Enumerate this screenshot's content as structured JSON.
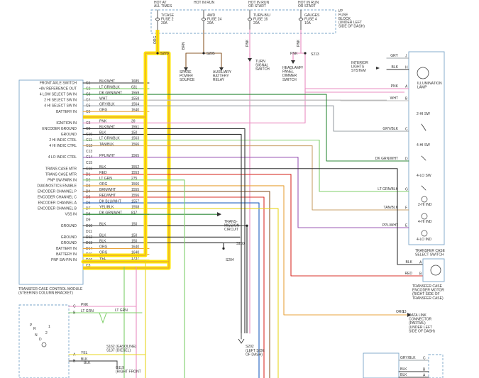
{
  "fuse_block": {
    "header_labels": [
      "HOT AT ALL TIMES",
      "HOT IN RUN",
      "HOT IN RUN OR START",
      "HOT IN RUN OR START"
    ],
    "fuses": [
      {
        "name": "T/CASE",
        "num": "FUSE 2",
        "amp": "20A"
      },
      {
        "name": "4WD",
        "num": "FUSE 24",
        "amp": "20A"
      },
      {
        "name": "TURN-B/U",
        "num": "FUSE 16",
        "amp": "20A"
      },
      {
        "name": "GAUGES",
        "num": "FUSE 4",
        "amp": "10A"
      }
    ],
    "side_label": [
      "I/P",
      "FUSE",
      "BLOCK",
      "(UNDER LEFT",
      "SIDE OF DASH)"
    ]
  },
  "wires_top": {
    "orig": "ORG",
    "brn": "BRN",
    "pnk1": "PNK",
    "pnk2": "PNK",
    "splice_s270": "S270",
    "splice_s205": "S205",
    "splice_s213": "S213",
    "pnk_label": "PNK"
  },
  "top_devices": {
    "spare_power": [
      "SPARE",
      "POWER",
      "SOURCE"
    ],
    "aux_battery": [
      "AUXILIARY",
      "BATTERY",
      "RELAY"
    ],
    "turn_signal": [
      "TURN",
      "SIGNAL",
      "SWITCH"
    ],
    "headlamp": [
      "HEADLAMP/",
      "PANEL",
      "DIMMER",
      "SWITCH"
    ]
  },
  "interior_lights": [
    "INTERIOR",
    "LIGHTS",
    "SYSTEM"
  ],
  "module": {
    "title": [
      "TRANSFER CASE CONTROL MODULE",
      "(STEERING COLUMN BRACKET)"
    ],
    "pins": [
      {
        "label": "FRONT AXLE SWITCH",
        "pin": "C1",
        "color": "BLK/WHT",
        "circuit": "1685"
      },
      {
        "label": "+8V REFERENCE OUT",
        "pin": "C2",
        "color": "LT GRN/BLK",
        "circuit": "631"
      },
      {
        "label": "4 LOW SELECT SW IN",
        "pin": "C3",
        "color": "DK GRN/WHT",
        "circuit": "1559"
      },
      {
        "label": "2 HI SELECT SW IN",
        "pin": "C4",
        "color": "WHT",
        "circuit": "1558"
      },
      {
        "label": "4 HI SELECT SW IN",
        "pin": "C5",
        "color": "GRY/BLK",
        "circuit": "1564"
      },
      {
        "label": "BATTERY IN",
        "pin": "C6",
        "color": "ORG",
        "circuit": "1640"
      },
      {
        "label": "",
        "pin": "C7",
        "color": "",
        "circuit": ""
      },
      {
        "label": "IGNITION IN",
        "pin": "C8",
        "color": "PNK",
        "circuit": "39"
      },
      {
        "label": "ENCODER GROUND",
        "pin": "C9",
        "color": "BLK/WHT",
        "circuit": "1551"
      },
      {
        "label": "GROUND",
        "pin": "C10",
        "color": "BLK",
        "circuit": "150"
      },
      {
        "label": "2 HI INDIC CTRL",
        "pin": "C11",
        "color": "LT GRN/BLK",
        "circuit": "1563"
      },
      {
        "label": "4 HI INDIC CTRL",
        "pin": "C12",
        "color": "TAN/BLK",
        "circuit": "1566"
      },
      {
        "label": "",
        "pin": "C13",
        "color": "",
        "circuit": ""
      },
      {
        "label": "4 LO INDIC CTRL",
        "pin": "C14",
        "color": "PPL/WHT",
        "circuit": "1565"
      },
      {
        "label": "",
        "pin": "C15",
        "color": "",
        "circuit": ""
      },
      {
        "label": "TRANS CASE MTR",
        "pin": "C16",
        "color": "BLK",
        "circuit": "1552"
      },
      {
        "label": "TRANS CASE MTR",
        "pin": "D1",
        "color": "RED",
        "circuit": "1553"
      },
      {
        "label": "PNP SW-PARK IN",
        "pin": "D2",
        "color": "LT GRN",
        "circuit": "275"
      },
      {
        "label": "DIAGNOSTICS ENABLE",
        "pin": "D3",
        "color": "ORG",
        "circuit": "1566"
      },
      {
        "label": "ENCODER CHANNEL P",
        "pin": "D4",
        "color": "BRN/WHT",
        "circuit": "1555"
      },
      {
        "label": "ENCODER CHANNEL C",
        "pin": "D5",
        "color": "RED/WHT",
        "circuit": "1556"
      },
      {
        "label": "ENCODER CHANNEL A",
        "pin": "D6",
        "color": "DK BLU/WHT",
        "circuit": "1557"
      },
      {
        "label": "ENCODER CHANNEL B",
        "pin": "D7",
        "color": "YEL/BLK",
        "circuit": "1558"
      },
      {
        "label": "VSS IN",
        "pin": "D8",
        "color": "DK GRN/WHT",
        "circuit": "817"
      },
      {
        "label": "",
        "pin": "D9",
        "color": "",
        "circuit": ""
      },
      {
        "label": "GROUND",
        "pin": "D10",
        "color": "BLK",
        "circuit": "150"
      },
      {
        "label": "",
        "pin": "D11",
        "color": "",
        "circuit": ""
      },
      {
        "label": "GROUND",
        "pin": "D12",
        "color": "BLK",
        "circuit": "150"
      },
      {
        "label": "GROUND",
        "pin": "D13",
        "color": "BLK",
        "circuit": "150"
      },
      {
        "label": "BATTERY IN",
        "pin": "D14",
        "color": "ORG",
        "circuit": "1640"
      },
      {
        "label": "BATTERY IN",
        "pin": "D15",
        "color": "ORG",
        "circuit": "1640"
      },
      {
        "label": "PNP SW-P/N IN",
        "pin": "D16",
        "color": "YEL",
        "circuit": "1737"
      },
      {
        "label": "",
        "pin": "C3",
        "color": "",
        "circuit": ""
      }
    ]
  },
  "transmission": [
    "TRANS-",
    "MISSION",
    "CIRCUIT"
  ],
  "splices_mid": {
    "s280": "S280",
    "s204": "S204",
    "s202": "S202",
    "s202_note": [
      "(LEFT SIDE",
      "OF DASH)"
    ]
  },
  "select_switch": {
    "title": [
      "TRANSFER CASE",
      "SELECT SWITCH"
    ],
    "illum": [
      "ILLUMINATION",
      "LAMP"
    ],
    "sw_2hi": "2-HI SW",
    "sw_4hi": "4-HI SW",
    "sw_4lo": "4-LO SW",
    "ind_2hi": "2-HI IND",
    "ind_4hi": "4-HI IND",
    "ind_4lo": "4-LO IND",
    "wires": [
      {
        "color": "GRY",
        "pin": "J"
      },
      {
        "color": "BLK",
        "pin": "H"
      },
      {
        "color": "PNK",
        "pin": "A"
      },
      {
        "color": "WHT",
        "pin": "B"
      },
      {
        "color": "GRY/BLK",
        "pin": "C"
      },
      {
        "color": "DK GRN/WHT",
        "pin": "D"
      },
      {
        "color": "LT GRN/BLK",
        "pin": "G"
      },
      {
        "color": "TAN/BLK",
        "pin": "F"
      },
      {
        "color": "PPL/WHT",
        "pin": "E"
      }
    ]
  },
  "encoder_motor": {
    "title": [
      "TRANSFER CASE",
      "ENCODER MOTOR",
      "(RIGHT SIDE OF",
      "TRANSFER CASE)"
    ],
    "wires": [
      {
        "color": "BLK",
        "pin": "A"
      },
      {
        "color": "RED",
        "pin": "B"
      }
    ]
  },
  "dlc": {
    "color": "ORG",
    "pin": "13",
    "label": [
      "DATA LINK",
      "CONNECTOR",
      "(PARTIAL)",
      "(UNDER LEFT",
      "SIDE OF DASH)"
    ]
  },
  "bottom_left": {
    "pins": [
      {
        "pin": "C",
        "color": "PNK"
      },
      {
        "pin": "B",
        "color": "LT GRN"
      },
      {
        "pin": "A",
        "color": "YEL"
      },
      {
        "pin": "B",
        "color": "BLK"
      }
    ],
    "lt_grn_right": "LT GRN",
    "splice_label": [
      "S162 (GASOLINE)",
      "S137 (DIESEL)"
    ],
    "ground": [
      "G119",
      "(RIGHT FRONT"
    ],
    "letters": [
      "P",
      "R",
      "N",
      "D",
      "2",
      "1"
    ],
    "blk_label": "BLK"
  },
  "bottom_right": {
    "wires": [
      {
        "color": "GRY/BLK",
        "pin": "C"
      },
      {
        "color": "BLK",
        "pin": "B"
      },
      {
        "color": "BLK",
        "pin": "A"
      }
    ]
  }
}
